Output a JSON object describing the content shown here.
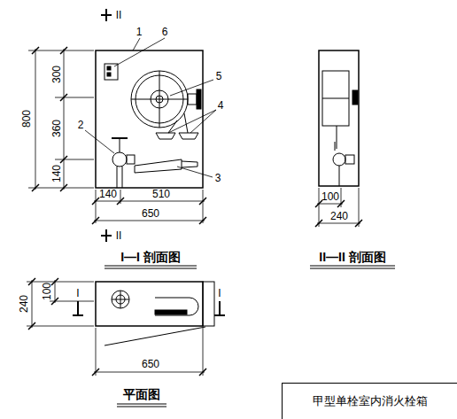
{
  "diagram": {
    "nodes": [
      {
        "text": [
          "甲型单栓室内消火栓箱"
        ]
      }
    ],
    "labels": [
      "II",
      "1",
      "6",
      "800",
      "300",
      "360",
      "140",
      "2",
      "5",
      "4",
      "3",
      "140",
      "510",
      "650",
      "II",
      "I—I 剖面图",
      "II—II 剖面图",
      "100",
      "240",
      "240",
      "100",
      "I",
      "I",
      "650",
      "平面图"
    ]
  }
}
